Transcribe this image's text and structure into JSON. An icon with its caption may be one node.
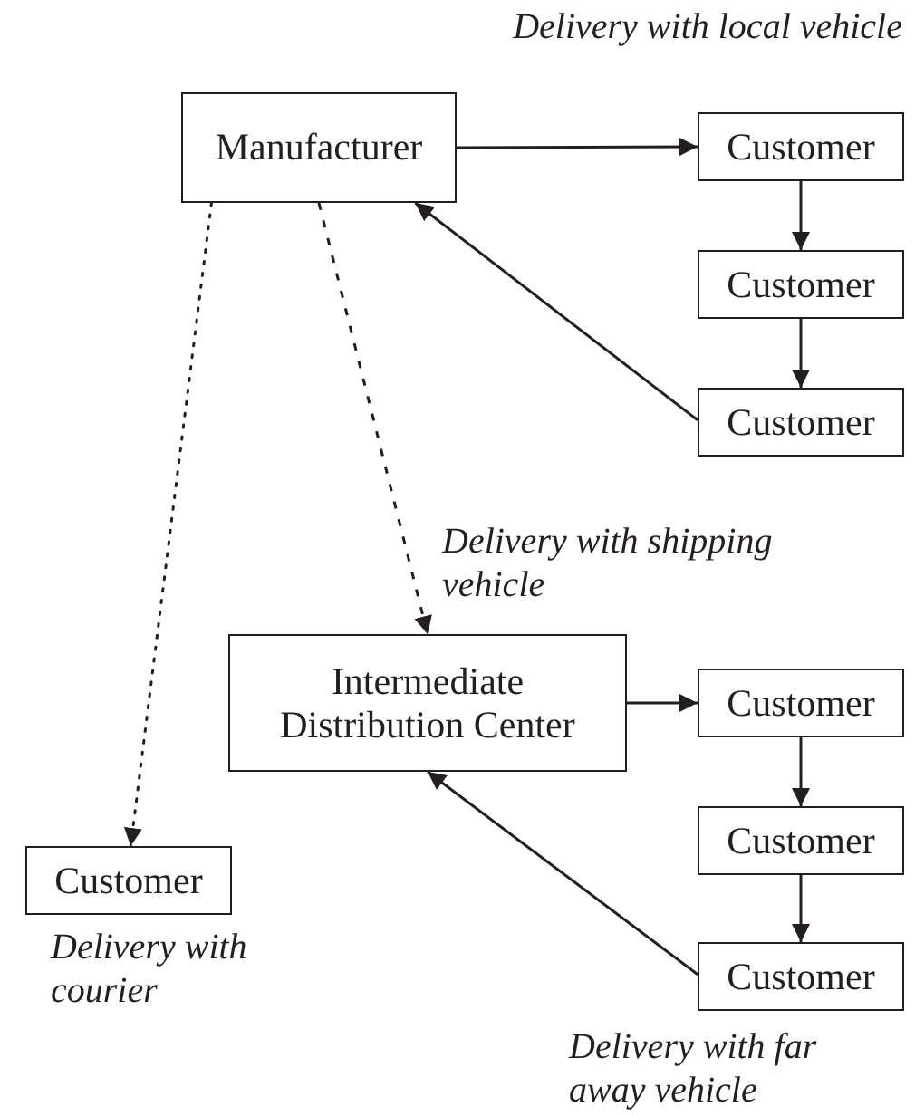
{
  "diagram": {
    "nodes": [
      {
        "text": [
          "Manufacturer"
        ]
      },
      {
        "text": [
          "Customer"
        ]
      },
      {
        "text": [
          "Customer"
        ]
      },
      {
        "text": [
          "Customer"
        ]
      },
      {
        "text": [
          "Intermediate Distribution Center"
        ]
      },
      {
        "text": [
          "Customer"
        ]
      },
      {
        "text": [
          "Customer"
        ]
      },
      {
        "text": [
          "Customer"
        ]
      },
      {
        "text": [
          "Customer"
        ]
      }
    ],
    "edges": [
      {
        "from": 0,
        "to": 1,
        "arrow": "to"
      },
      {
        "from": 1,
        "to": 2,
        "arrow": "to"
      },
      {
        "from": 2,
        "to": 3,
        "arrow": "to"
      },
      {
        "from": 3,
        "to": 0,
        "arrow": "to"
      },
      {
        "from": 0,
        "to": 8,
        "arrow": "to",
        "style": "dashed"
      },
      {
        "from": 0,
        "to": 4,
        "arrow": "to",
        "style": "dashed",
        "label": "Delivery with shipping vehicle"
      },
      {
        "from": 4,
        "to": 5,
        "arrow": "to"
      },
      {
        "from": 5,
        "to": 6,
        "arrow": "to"
      },
      {
        "from": 6,
        "to": 7,
        "arrow": "to"
      },
      {
        "from": 7,
        "to": 4,
        "arrow": "to"
      }
    ],
    "labels": [
      "Delivery with local vehicle",
      "Delivery with courier",
      "Delivery with far away vehicle"
    ]
  }
}
